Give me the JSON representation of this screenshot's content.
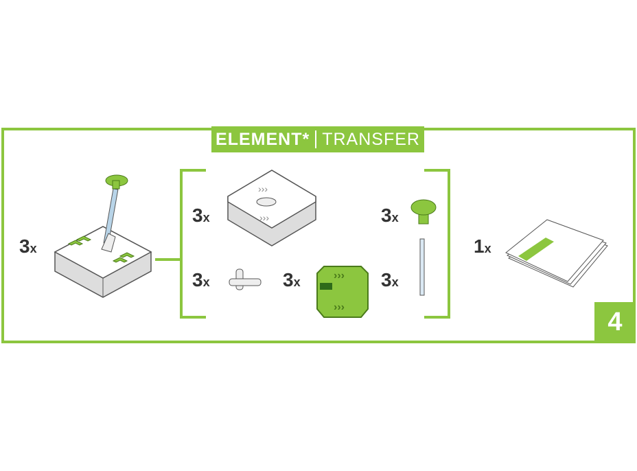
{
  "title": {
    "brand": "ELEMENT",
    "asterisk": "*",
    "name": "TRANSFER"
  },
  "step_number": "4",
  "accent_color": "#8cc63f",
  "items": [
    {
      "qty": "3",
      "unit": "x",
      "icon": "tile-with-pole-icon"
    },
    {
      "qty": "3",
      "unit": "x",
      "icon": "hex-tile-icon"
    },
    {
      "qty": "3",
      "unit": "x",
      "icon": "t-connector-icon"
    },
    {
      "qty": "3",
      "unit": "x",
      "icon": "transfer-wheel-icon"
    },
    {
      "qty": "3",
      "unit": "x",
      "icon": "cap-icon"
    },
    {
      "qty": "3",
      "unit": "x",
      "icon": "rail-icon"
    },
    {
      "qty": "1",
      "unit": "x",
      "icon": "instructions-icon"
    }
  ]
}
